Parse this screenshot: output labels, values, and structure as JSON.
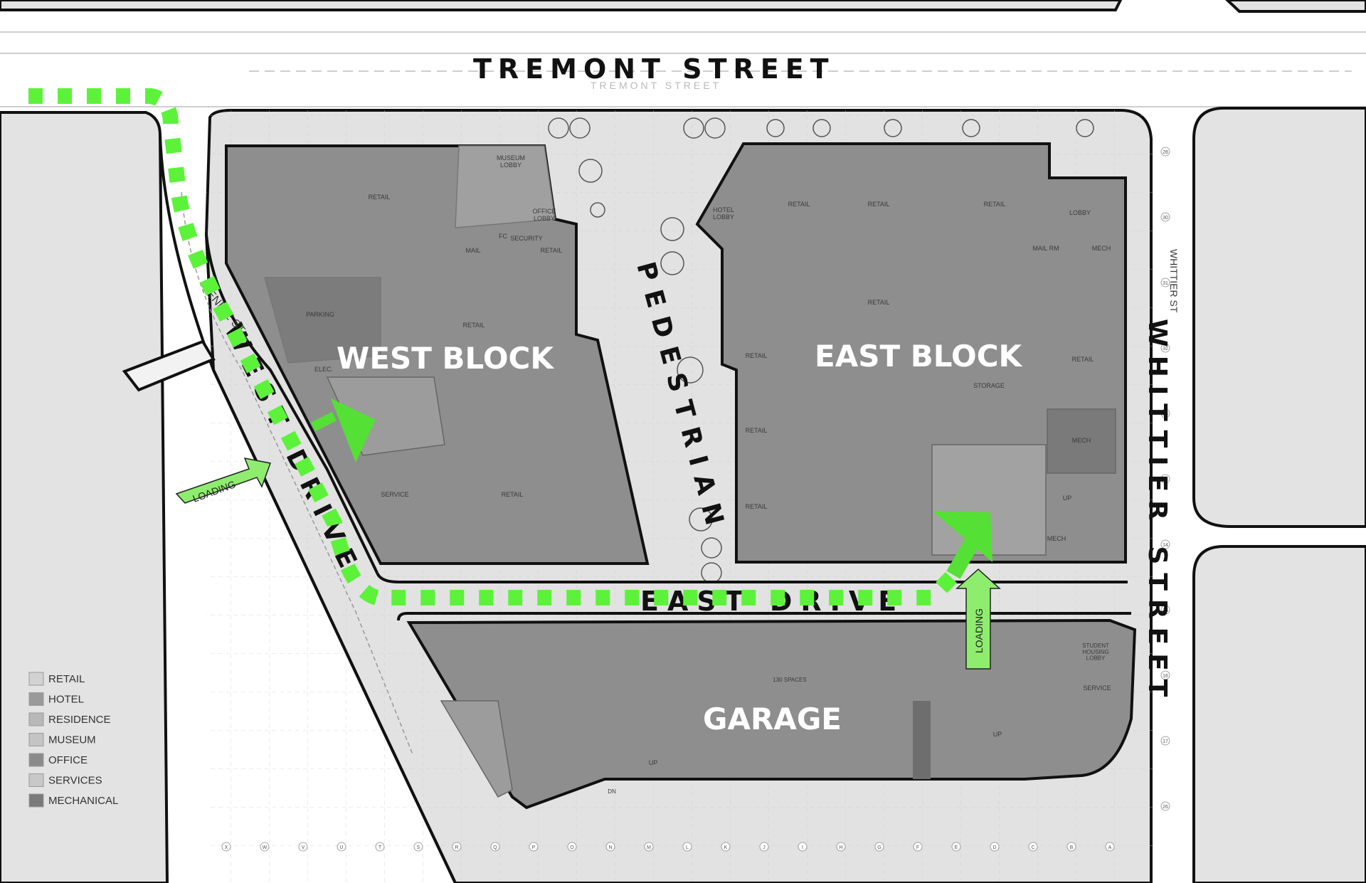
{
  "streets": {
    "tremont": "TREMONT STREET",
    "tremont_faint": "TREMONT STREET",
    "whittier": "WHITTIER STREET",
    "whittier_small": "WHITTIER ST",
    "west_drive": "WEST DRIVE",
    "venice": "VENICE ST",
    "east_drive": "EAST DRIVE",
    "pedestrian": "PEDESTRIAN"
  },
  "blocks": {
    "west": "WEST BLOCK",
    "east": "EAST BLOCK",
    "garage": "GARAGE"
  },
  "rooms": {
    "museum_lobby": "MUSEUM\nLOBBY",
    "retail": "RETAIL",
    "office_lobby": "OFFICE\nLOBBY",
    "fc": "FC",
    "security": "SECURITY",
    "mail": "MAIL",
    "parking": "PARKING",
    "elec": "ELEC.",
    "service": "SERVICE",
    "hotel_lobby": "HOTEL\nLOBBY",
    "lobby": "LOBBY",
    "mail_rm": "MAIL RM",
    "mech": "MECH",
    "storage": "STORAGE",
    "up": "UP",
    "spaces": "130 SPACES",
    "student_housing_lobby": "STUDENT\nHOUSING\nLOBBY",
    "dn": "DN"
  },
  "loading": {
    "west": "LOADING",
    "east": "LOADING"
  },
  "legend": [
    {
      "label": "RETAIL",
      "color": "#d2d2d2"
    },
    {
      "label": "HOTEL",
      "color": "#9a9a9a"
    },
    {
      "label": "RESIDENCE",
      "color": "#b8b8b8"
    },
    {
      "label": "MUSEUM",
      "color": "#c4c4c4"
    },
    {
      "label": "OFFICE",
      "color": "#8a8a8a"
    },
    {
      "label": "SERVICES",
      "color": "#c8c8c8"
    },
    {
      "label": "MECHANICAL",
      "color": "#7a7a7a"
    }
  ],
  "grid_cols": [
    "X",
    "W",
    "V",
    "U",
    "T",
    "S",
    "R",
    "Q",
    "P",
    "O",
    "N",
    "M",
    "L",
    "K",
    "J",
    "I",
    "H",
    "G",
    "F",
    "E",
    "D",
    "C",
    "B",
    "A"
  ],
  "grid_rows": [
    "28",
    "30",
    "31",
    "32",
    "33",
    "34",
    "14",
    "15",
    "16",
    "17",
    "26"
  ],
  "colors": {
    "route_green": "#5cf23a",
    "arrow_green": "#8eec6e",
    "block_fill": "#8e8e8e",
    "ground": "#e2e2e2"
  }
}
